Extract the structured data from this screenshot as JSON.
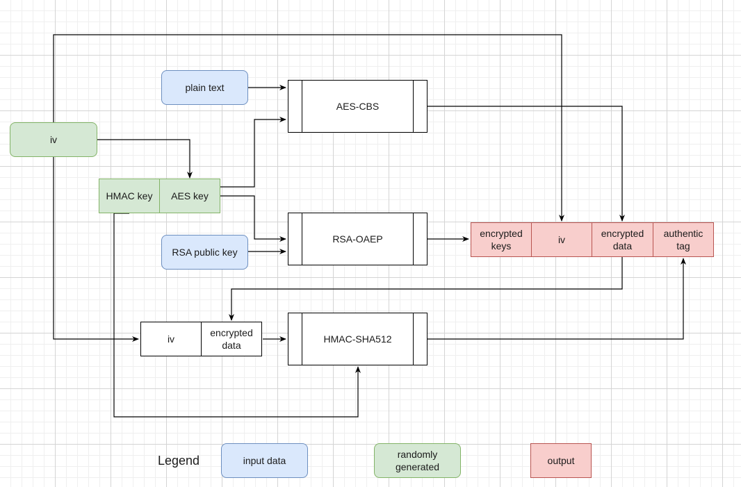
{
  "colors": {
    "input_fill": "#dae8fc",
    "input_stroke": "#6c8ebf",
    "random_fill": "#d5e8d4",
    "random_stroke": "#82b366",
    "output_fill": "#f8cecc",
    "output_stroke": "#b85450"
  },
  "nodes": {
    "iv_source": "iv",
    "plain_text": "plain text",
    "hmac_key": "HMAC key",
    "aes_key": "AES key",
    "rsa_public_key": "RSA public key",
    "aes_cbs": "AES-CBS",
    "rsa_oaep": "RSA-OAEP",
    "hmac_sha512": "HMAC-SHA512",
    "mac_input_iv": "iv",
    "mac_input_data": "encrypted\ndata"
  },
  "output": {
    "encrypted_keys": "encrypted\nkeys",
    "iv": "iv",
    "encrypted_data": "encrypted\ndata",
    "authentic_tag": "authentic\ntag"
  },
  "legend": {
    "title": "Legend",
    "input": "input data",
    "random": "randomly\ngenerated",
    "output": "output"
  }
}
